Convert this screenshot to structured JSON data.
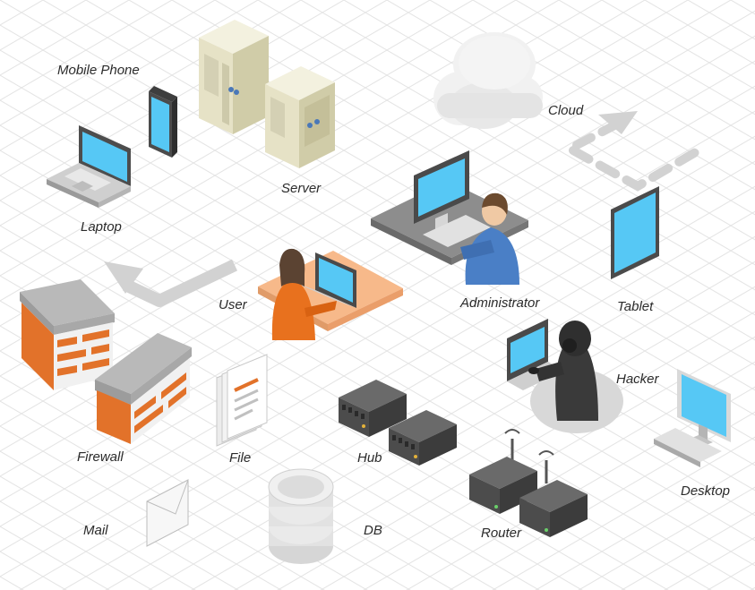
{
  "labels": {
    "mobile_phone": "Mobile Phone",
    "server": "Server",
    "cloud": "Cloud",
    "laptop": "Laptop",
    "user": "User",
    "administrator": "Administrator",
    "tablet": "Tablet",
    "hacker": "Hacker",
    "firewall": "Firewall",
    "file": "File",
    "hub": "Hub",
    "desktop": "Desktop",
    "mail": "Mail",
    "db": "DB",
    "router": "Router"
  },
  "colors": {
    "screen": "#56c8f5",
    "device_dark": "#555555",
    "server_body": "#e6e2c6",
    "cloud": "#ececec",
    "user_shirt": "#e8711e",
    "user_desk": "#f7b98a",
    "admin_shirt": "#4a7fc6",
    "hacker": "#3a3a3a",
    "brick": "#e2722a",
    "wall_top": "#b9b9b9",
    "hub_body": "#4c4c4c",
    "db": "#e2e2e2",
    "arrow": "#d2d2d2",
    "grid": "#e6e6e6"
  },
  "icons": [
    "mobile-phone-icon",
    "server-icon",
    "cloud-icon",
    "laptop-icon",
    "user-icon",
    "administrator-icon",
    "tablet-icon",
    "hacker-icon",
    "firewall-icon",
    "file-icon",
    "hub-icon",
    "desktop-icon",
    "mail-icon",
    "db-icon",
    "router-icon",
    "dashed-arrow-icon",
    "return-arrow-icon"
  ]
}
